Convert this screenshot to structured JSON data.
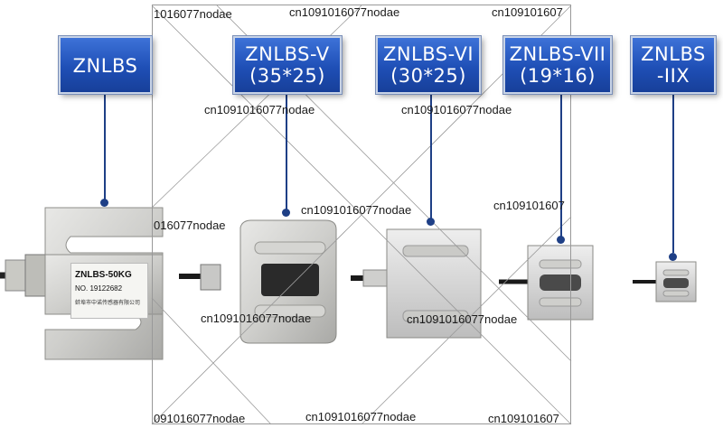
{
  "labels": [
    {
      "line1": "ZNLBS",
      "line2": ""
    },
    {
      "line1": "ZNLBS-V",
      "line2": "(35*25)"
    },
    {
      "line1": "ZNLBS-VI",
      "line2": "(30*25)"
    },
    {
      "line1": "ZNLBS-VII",
      "line2": "(19*16)"
    },
    {
      "line1": "ZNLBS",
      "line2": "-IIX"
    }
  ],
  "sticker": {
    "model": "ZNLBS-50KG",
    "number": "NO. 19122682",
    "maker": "蚌埠市中诺传感器有限公司"
  },
  "watermarks": [
    "1016077nodae",
    "cn1091016077nodae",
    "cn109101607",
    "cn1091016077nodae",
    "cn1091016077nodae",
    "cn1091016077nodae",
    "016077nodae",
    "cn109101607",
    "cn1091016077nodae",
    "cn1091016077nodae",
    "091016077nodae",
    "cn1091016077nodae",
    "cn109101607"
  ],
  "colors": {
    "label_blue": "#2a5ec8",
    "connector": "#1e3f86"
  }
}
